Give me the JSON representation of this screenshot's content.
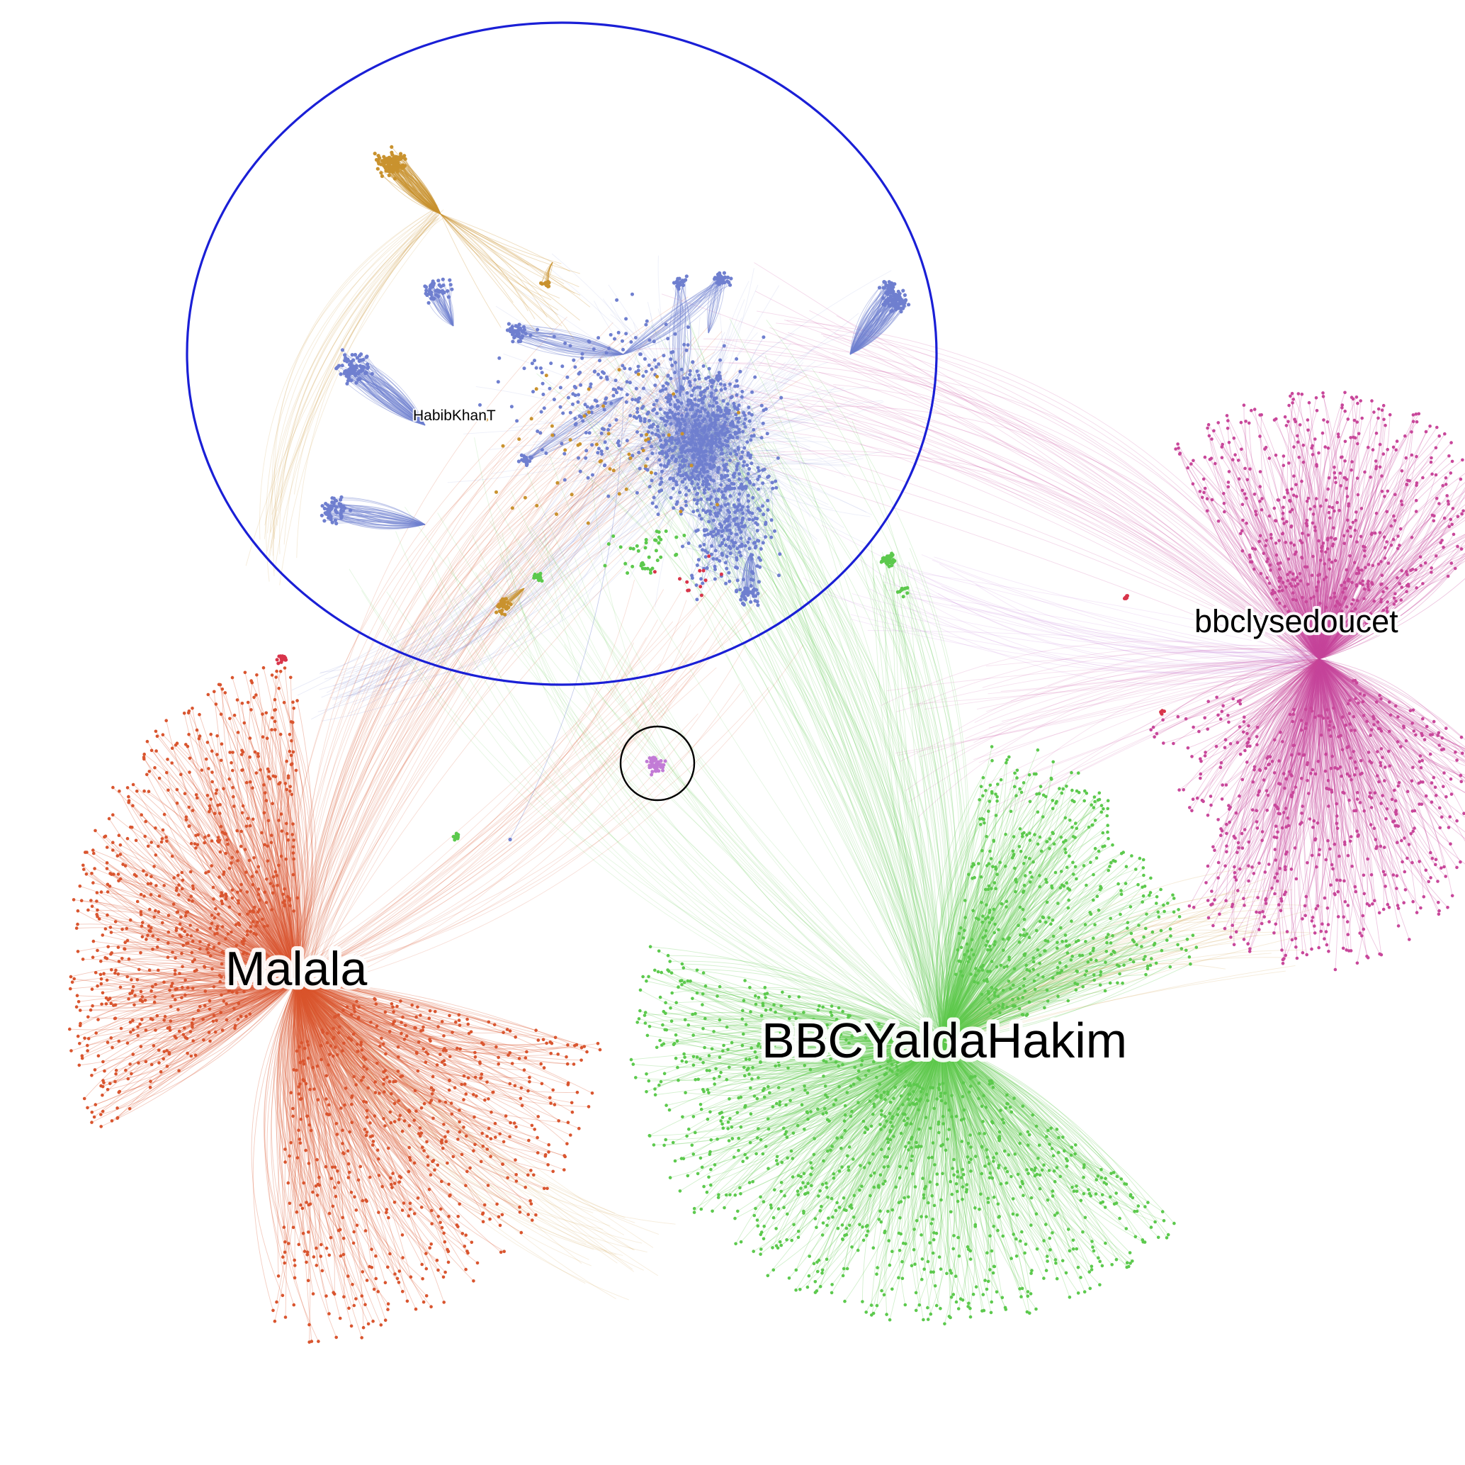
{
  "diagram": {
    "type": "network",
    "colors": {
      "background": "#ffffff",
      "highlight_big_circle": "#1a1fd6",
      "highlight_small_circle": "#000000"
    },
    "communities": [
      {
        "id": "blue",
        "color": "#6f7fcf"
      },
      {
        "id": "orange",
        "color": "#d9552f"
      },
      {
        "id": "green",
        "color": "#5cc94d"
      },
      {
        "id": "pink",
        "color": "#c8479a"
      },
      {
        "id": "gold",
        "color": "#c9922e"
      },
      {
        "id": "violet",
        "color": "#c27bd6"
      },
      {
        "id": "red",
        "color": "#d8344a"
      }
    ],
    "hubs": {
      "malala": "Malala",
      "yalda": "BBCYaldaHakim",
      "lyse": "bbclysedoucet",
      "habib": "HabibKhanT"
    },
    "highlights": [
      {
        "id": "big",
        "color": "#1a1fd6"
      },
      {
        "id": "small",
        "color": "#000000"
      }
    ]
  }
}
